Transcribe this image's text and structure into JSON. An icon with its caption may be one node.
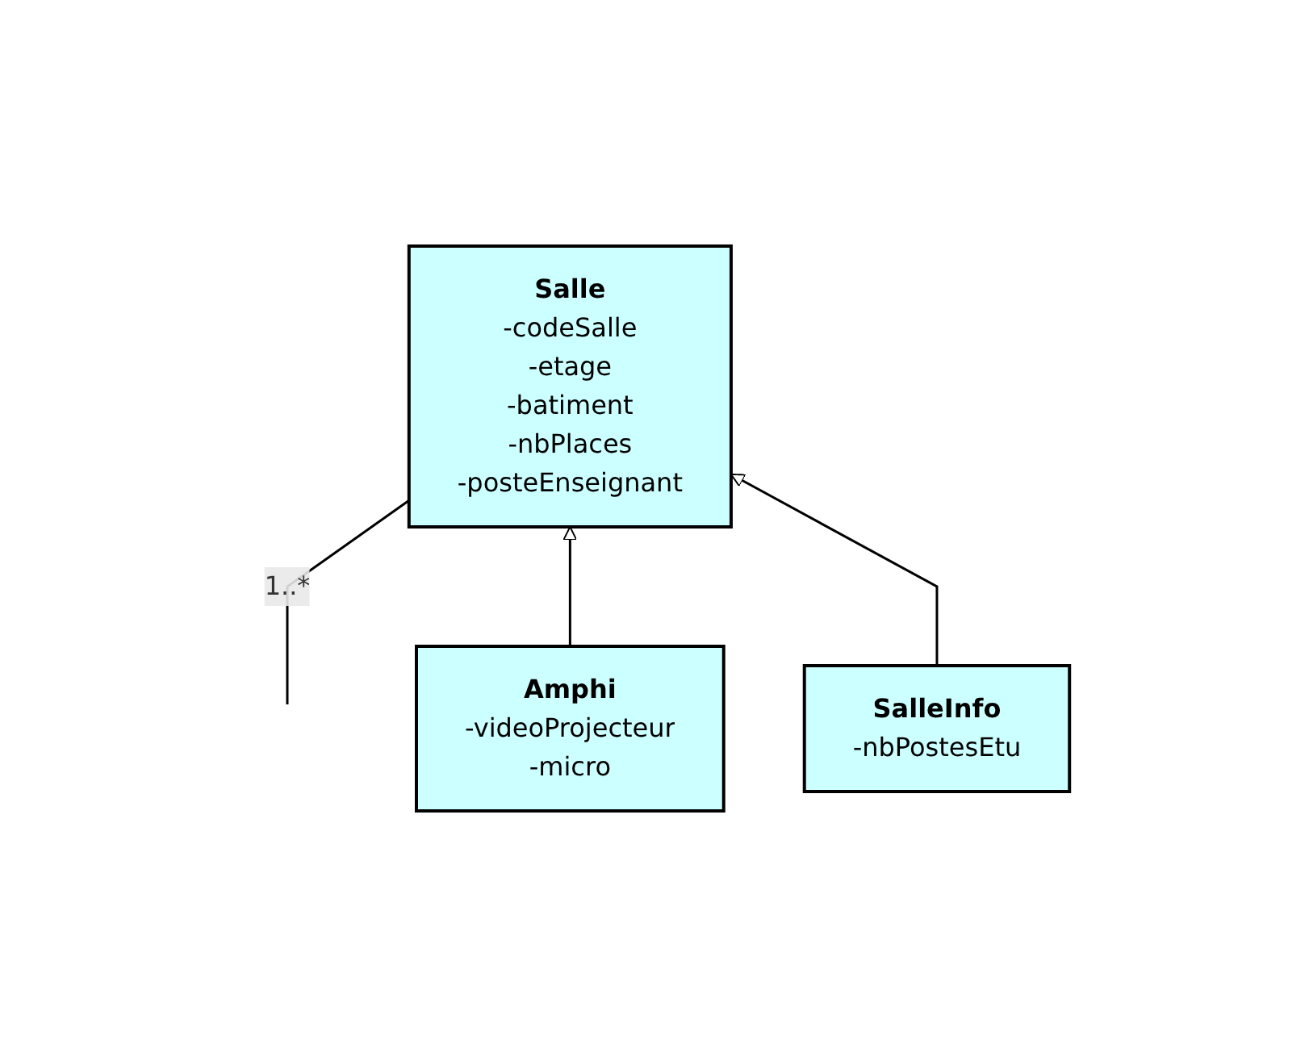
{
  "diagram": {
    "nodes": [
      {
        "text": [
          "Salle",
          "-codeSalle",
          "-etage",
          "-batiment",
          "-nbPlaces",
          "-posteEnseignant"
        ]
      },
      {
        "text": [
          "Amphi",
          "-videoProjecteur",
          "-micro"
        ]
      },
      {
        "text": [
          "SalleInfo",
          "-nbPostesEtu"
        ]
      }
    ],
    "edges": [
      {
        "from": null,
        "to": 0,
        "arrow": "none",
        "label": "1..*"
      },
      {
        "from": 1,
        "to": 0,
        "arrow": "to"
      },
      {
        "from": 2,
        "to": 0,
        "arrow": "to"
      }
    ]
  }
}
